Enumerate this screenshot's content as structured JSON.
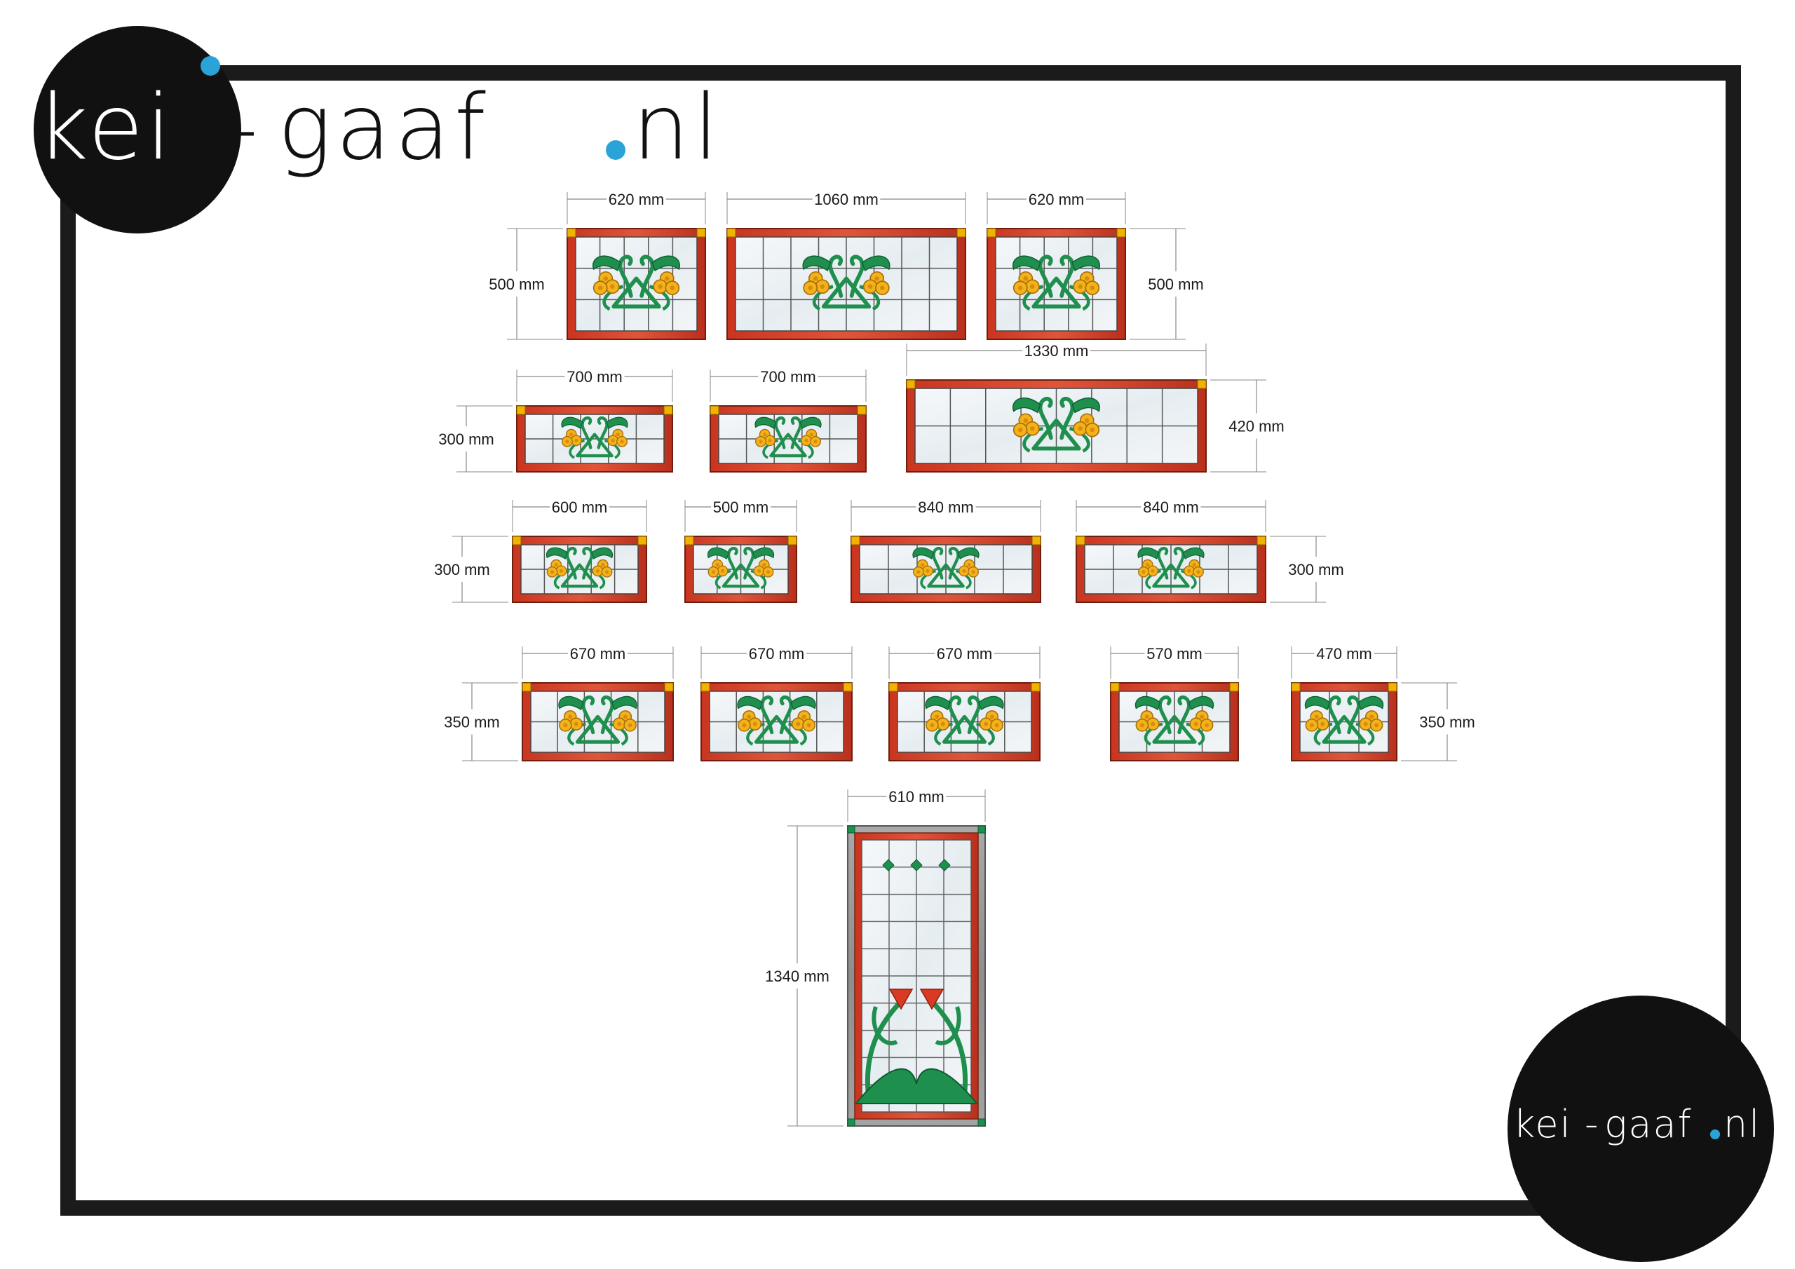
{
  "logos": {
    "top": {
      "left": "kei",
      "hyphen": "-",
      "right": "gaaf",
      "dot": ".",
      "tld": "nl"
    },
    "bottom": {
      "left": "kei",
      "hyphen": "-",
      "right": "gaaf",
      "dot": ".",
      "tld": "nl"
    }
  },
  "colors": {
    "frame": "#1b1b1b",
    "brand_dot": "#2aa3d8",
    "lead_red": "#d7442a",
    "lead_red_dark": "#b62f1c",
    "glass": "#eef3f6",
    "leaf_green": "#1f8f4e",
    "flower_yellow": "#f2b21c",
    "corner_gold": "#f0b400",
    "grey_border": "#9a9a9a"
  },
  "panels": [
    {
      "id": "r1-a",
      "width_label": "620 mm",
      "height_label": "500 mm",
      "motif": "lily"
    },
    {
      "id": "r1-b",
      "width_label": "1060 mm",
      "height_label": "",
      "motif": "lily"
    },
    {
      "id": "r1-c",
      "width_label": "620 mm",
      "height_label": "500 mm",
      "motif": "lily"
    },
    {
      "id": "r2-a",
      "width_label": "700 mm",
      "height_label": "300 mm",
      "motif": "lily"
    },
    {
      "id": "r2-b",
      "width_label": "700 mm",
      "height_label": "",
      "motif": "lily"
    },
    {
      "id": "r2-c",
      "width_label": "1330 mm",
      "height_label": "420 mm",
      "motif": "lily"
    },
    {
      "id": "r3-a",
      "width_label": "600 mm",
      "height_label": "300 mm",
      "motif": "lily"
    },
    {
      "id": "r3-b",
      "width_label": "500 mm",
      "height_label": "",
      "motif": "lily"
    },
    {
      "id": "r3-c",
      "width_label": "840 mm",
      "height_label": "",
      "motif": "lily"
    },
    {
      "id": "r3-d",
      "width_label": "840 mm",
      "height_label": "300 mm",
      "motif": "lily"
    },
    {
      "id": "r4-a",
      "width_label": "670 mm",
      "height_label": "350 mm",
      "motif": "lily"
    },
    {
      "id": "r4-b",
      "width_label": "670 mm",
      "height_label": "",
      "motif": "lily"
    },
    {
      "id": "r4-c",
      "width_label": "670 mm",
      "height_label": "",
      "motif": "lily"
    },
    {
      "id": "r4-d",
      "width_label": "570 mm",
      "height_label": "",
      "motif": "lily"
    },
    {
      "id": "r4-e",
      "width_label": "470 mm",
      "height_label": "350 mm",
      "motif": "lily"
    },
    {
      "id": "door",
      "width_label": "610 mm",
      "height_label": "1340 mm",
      "motif": "tulip"
    }
  ]
}
